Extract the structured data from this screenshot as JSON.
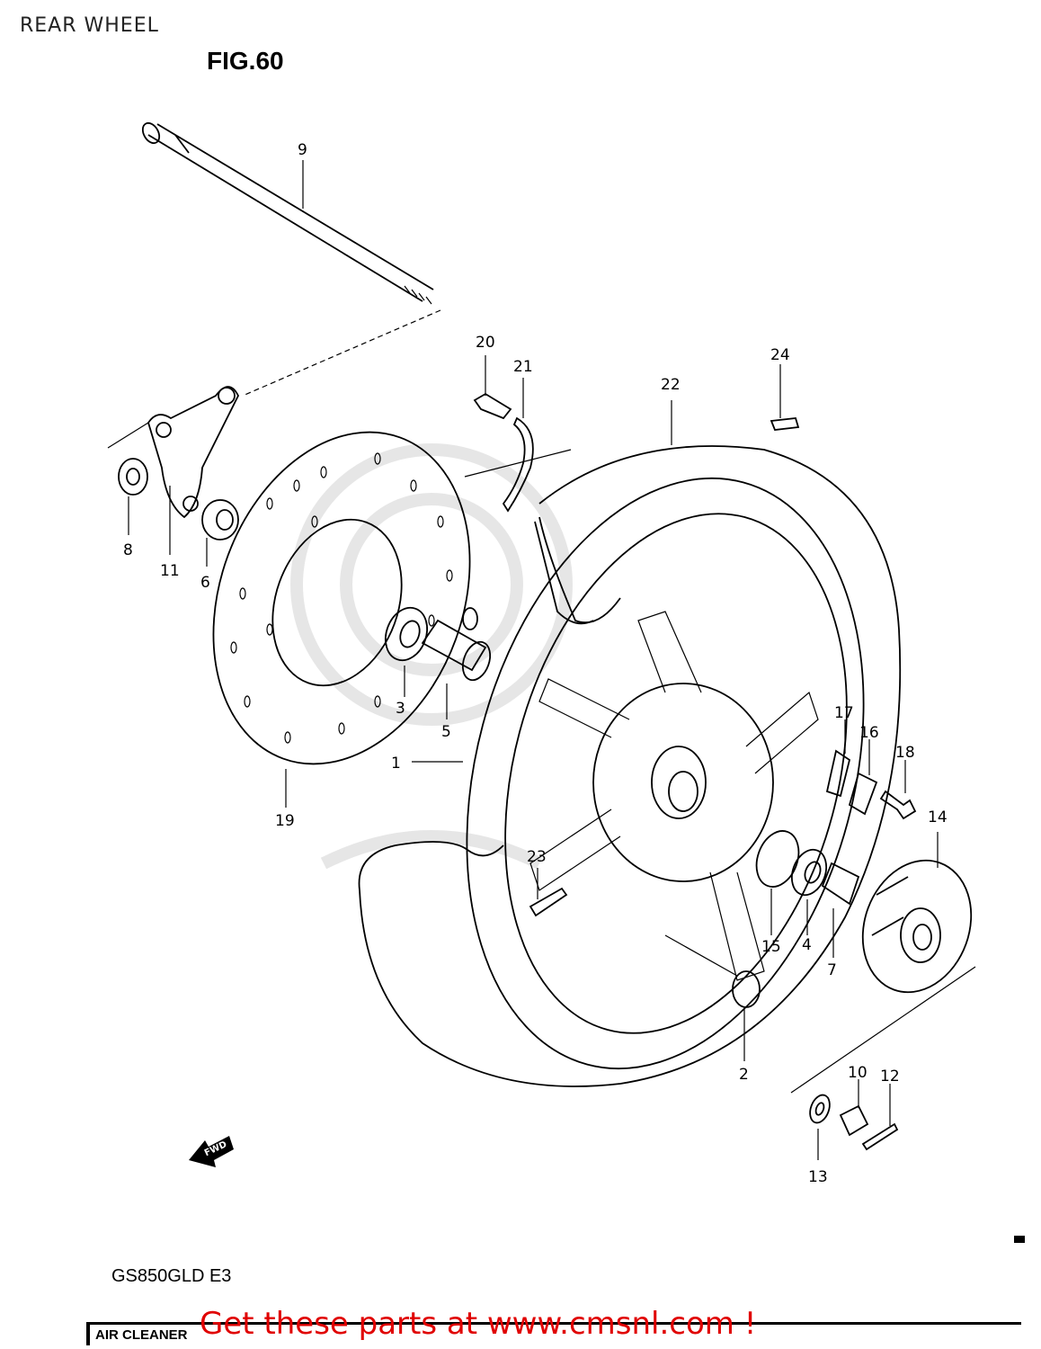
{
  "header": {
    "title": "REAR WHEEL"
  },
  "figure": {
    "label": "FIG.60",
    "model": "GS850GLD  E3",
    "fwd_label": "FWD"
  },
  "footer": {
    "strip_text": "AIR CLEANER",
    "promo_text": "Get these parts at www.cmsnl.com !"
  },
  "callouts": [
    {
      "id": "c1",
      "num": "1"
    },
    {
      "id": "c2",
      "num": "2"
    },
    {
      "id": "c3",
      "num": "3"
    },
    {
      "id": "c4",
      "num": "4"
    },
    {
      "id": "c5",
      "num": "5"
    },
    {
      "id": "c6",
      "num": "6"
    },
    {
      "id": "c7",
      "num": "7"
    },
    {
      "id": "c8",
      "num": "8"
    },
    {
      "id": "c9",
      "num": "9"
    },
    {
      "id": "c10",
      "num": "10"
    },
    {
      "id": "c11",
      "num": "11"
    },
    {
      "id": "c12",
      "num": "12"
    },
    {
      "id": "c13",
      "num": "13"
    },
    {
      "id": "c14",
      "num": "14"
    },
    {
      "id": "c15",
      "num": "15"
    },
    {
      "id": "c16",
      "num": "16"
    },
    {
      "id": "c17",
      "num": "17"
    },
    {
      "id": "c18",
      "num": "18"
    },
    {
      "id": "c19",
      "num": "19"
    },
    {
      "id": "c20",
      "num": "20"
    },
    {
      "id": "c21",
      "num": "21"
    },
    {
      "id": "c22",
      "num": "22"
    },
    {
      "id": "c23",
      "num": "23"
    },
    {
      "id": "c24",
      "num": "24"
    }
  ]
}
